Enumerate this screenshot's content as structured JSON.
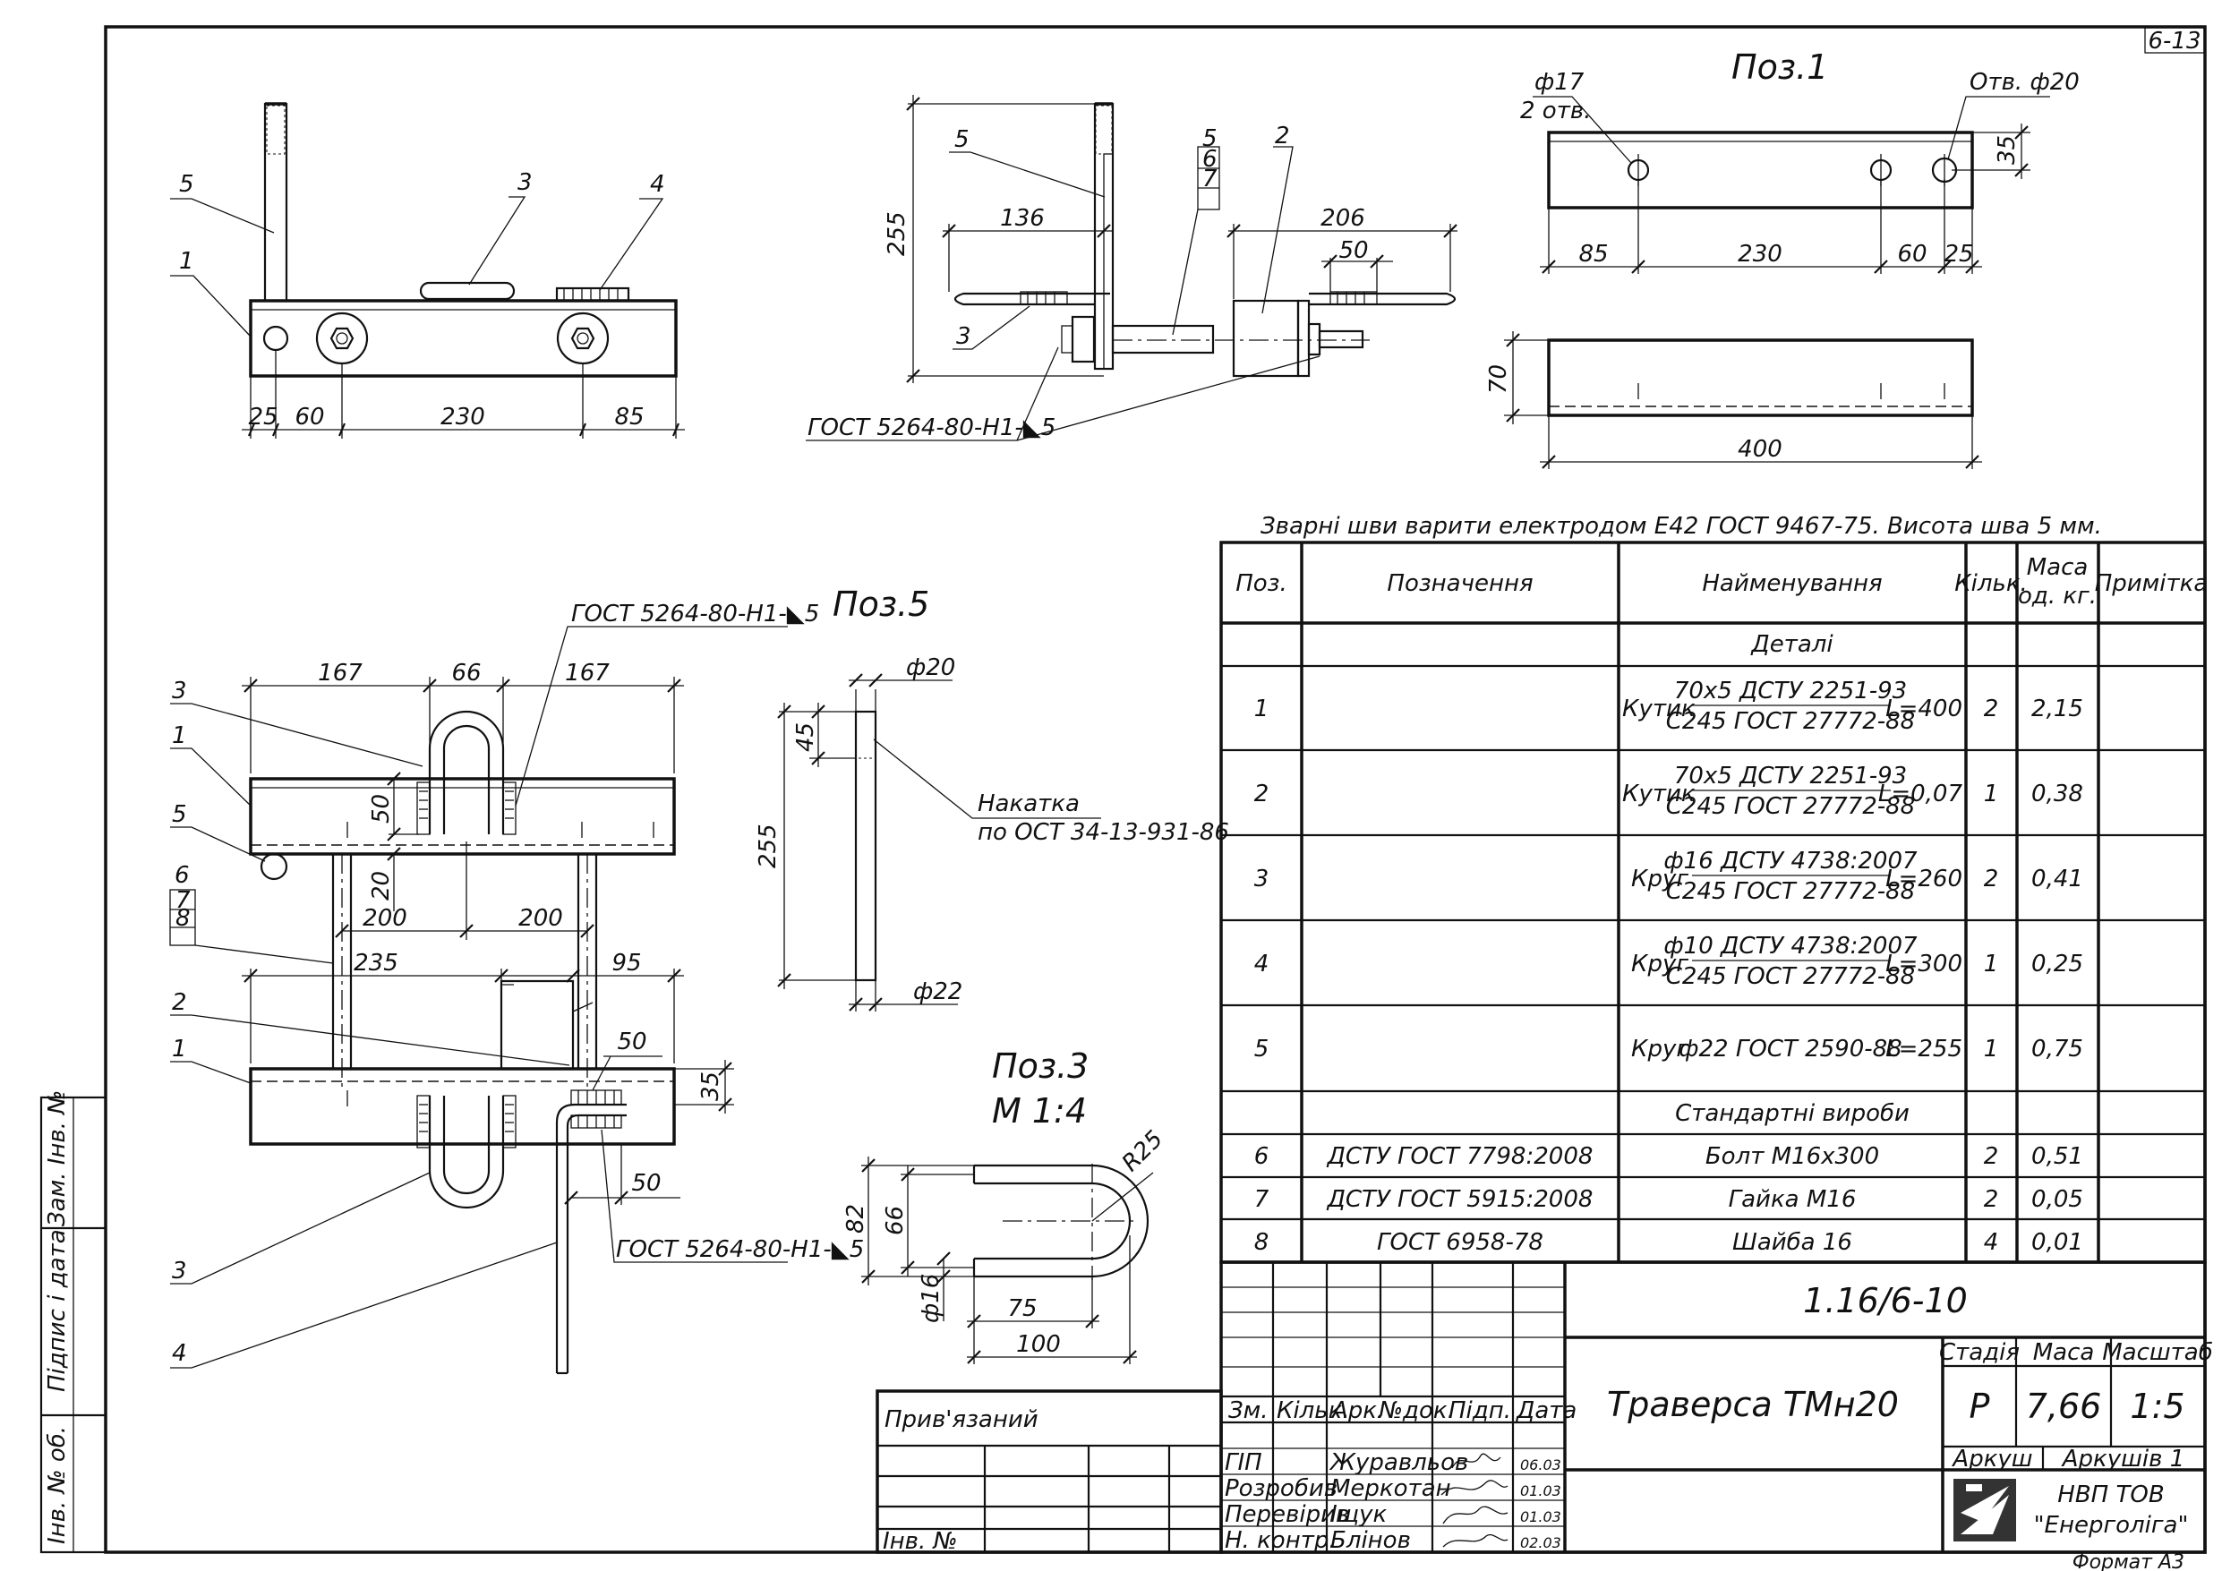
{
  "sheet": {
    "sheet_code": "6-13",
    "format": "Формат А3",
    "weld_note": "Зварні шви варити електродом Е42 ГОСТ 9467-75. Висота шва 5 мм."
  },
  "side_stamp": {
    "inv_sub": "Зам. Інв. №",
    "sign_date": "Підпис і дата",
    "inv_orig": "Інв. № об."
  },
  "view_top": {
    "labels": [
      "5",
      "3",
      "4",
      "1"
    ],
    "dims": [
      "25",
      "60",
      "230",
      "85"
    ]
  },
  "view_side": {
    "labels": [
      "5",
      "5",
      "6",
      "7",
      "2",
      "3"
    ],
    "dims": [
      "255",
      "136",
      "206",
      "50"
    ],
    "weld": "ГОСТ 5264-80-Н1-◣5"
  },
  "pos1": {
    "title": "Поз.1",
    "hole_small": "ф17",
    "hole_small_count": "2 отв.",
    "hole_big": "Отв. ф20",
    "dims_top": [
      "85",
      "230",
      "60",
      "25"
    ],
    "dim_35": "35",
    "dim_70": "70",
    "dim_400": "400"
  },
  "view_plan": {
    "labels": [
      "3",
      "1",
      "5",
      "6",
      "7",
      "8",
      "2",
      "1",
      "3",
      "4"
    ],
    "weld_top": "ГОСТ 5264-80-Н1-◣5",
    "weld_bottom": "ГОСТ 5264-80-Н1-◣5",
    "dims": [
      "167",
      "66",
      "167",
      "50",
      "20",
      "200",
      "200",
      "235",
      "95",
      "50",
      "35",
      "50"
    ]
  },
  "pos5": {
    "title": "Поз.5",
    "d20": "ф20",
    "d22": "ф22",
    "dim45": "45",
    "dim255": "255",
    "knurl": "Накатка",
    "knurl_std": "по ОСТ 34-13-931-86"
  },
  "pos3": {
    "title": "Поз.3",
    "scale": "М 1:4",
    "r25": "R25",
    "d82": "82",
    "d66": "66",
    "d16": "ф16",
    "d75": "75",
    "d100": "100"
  },
  "spec": {
    "headers": {
      "pos": "Поз.",
      "designation": "Позначення",
      "name": "Найменування",
      "qty": "Кільк.",
      "mass": "Маса",
      "mass_unit": "од. кг.",
      "note": "Примітка"
    },
    "section_parts": "Деталі",
    "section_standard": "Стандартні вироби",
    "rows": [
      {
        "pos": "1",
        "designation": "",
        "kind": "Кутик",
        "top": "70х5 ДСТУ 2251-93",
        "bottom": "С245 ГОСТ 27772-88",
        "length": "L=400",
        "qty": "2",
        "mass": "2,15"
      },
      {
        "pos": "2",
        "designation": "",
        "kind": "Кутик",
        "top": "70х5 ДСТУ 2251-93",
        "bottom": "С245 ГОСТ 27772-88",
        "length": "L=0,07",
        "qty": "1",
        "mass": "0,38"
      },
      {
        "pos": "3",
        "designation": "",
        "kind": "Круг",
        "top": "ф16 ДСТУ 4738:2007",
        "bottom": "С245 ГОСТ 27772-88",
        "length": "L=260",
        "qty": "2",
        "mass": "0,41"
      },
      {
        "pos": "4",
        "designation": "",
        "kind": "Круг",
        "top": "ф10 ДСТУ 4738:2007",
        "bottom": "С245 ГОСТ 27772-88",
        "length": "L=300",
        "qty": "1",
        "mass": "0,25"
      },
      {
        "pos": "5",
        "designation": "",
        "kind": "Круг",
        "top": "ф22 ГОСТ 2590-88",
        "bottom": "",
        "length": "L=255",
        "qty": "1",
        "mass": "0,75"
      }
    ],
    "std_rows": [
      {
        "pos": "6",
        "designation": "ДСТУ ГОСТ 7798:2008",
        "name": "Болт М16х300",
        "qty": "2",
        "mass": "0,51"
      },
      {
        "pos": "7",
        "designation": "ДСТУ ГОСТ 5915:2008",
        "name": "Гайка М16",
        "qty": "2",
        "mass": "0,05"
      },
      {
        "pos": "8",
        "designation": "ГОСТ 6958-78",
        "name": "Шайба 16",
        "qty": "4",
        "mass": "0,01"
      }
    ]
  },
  "title_block": {
    "doc_code": "1.16/6-10",
    "title": "Траверса ТМн20",
    "stage_label": "Стадія",
    "mass_label": "Маса",
    "scale_label": "Масштаб",
    "stage": "Р",
    "mass": "7,66",
    "scale": "1:5",
    "sheet_label": "Аркуш",
    "sheets_label": "Аркушів 1",
    "company1": "НВП ТОВ",
    "company2": "\"Енерголіга\"",
    "attached": "Прив'язаний",
    "inv_no": "Інв. №",
    "col_zm": "Зм.",
    "col_qty": "Кільк.",
    "col_sheet": "Арк.",
    "col_doc": "№док.",
    "col_sign": "Підп.",
    "col_date": "Дата",
    "people": [
      {
        "role": "ГІП",
        "name": "Журавльов",
        "date": "06.03"
      },
      {
        "role": "Розробив",
        "name": "Меркотан",
        "date": "01.03"
      },
      {
        "role": "Перевірив",
        "name": "Іщук",
        "date": "01.03"
      },
      {
        "role": "Н. контр.",
        "name": "Блінов",
        "date": "02.03"
      }
    ]
  }
}
